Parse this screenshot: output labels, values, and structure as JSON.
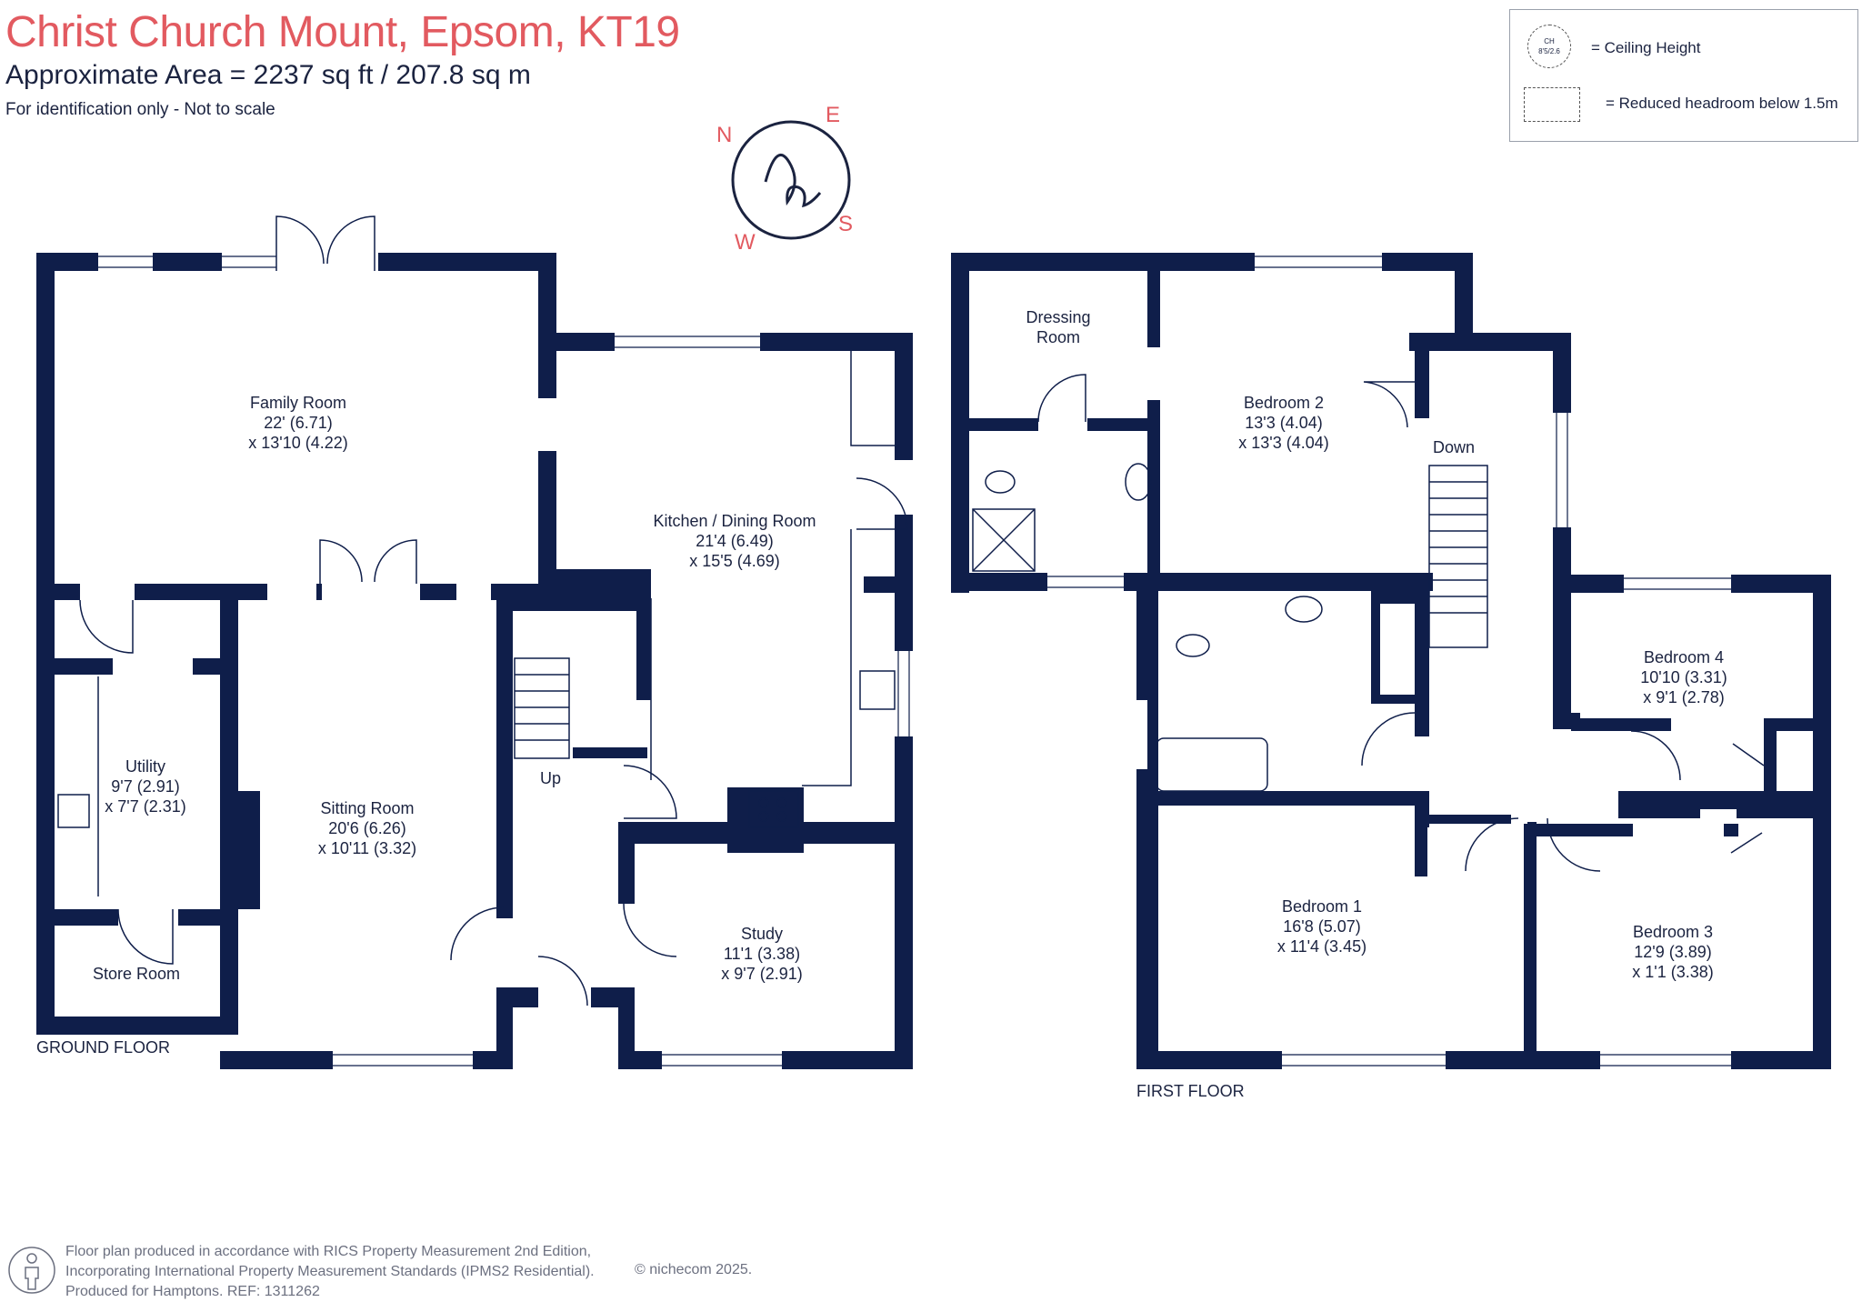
{
  "header": {
    "title": "Christ Church Mount, Epsom, KT19",
    "area": "Approximate Area = 2237 sq ft / 207.8 sq m",
    "identification": "For identification only - Not to scale"
  },
  "legend": {
    "ceiling_sample": "CH\n8'5/2.6",
    "ceiling_label": "= Ceiling Height",
    "reduced_label": "= Reduced headroom below 1.5m"
  },
  "compass": {
    "n": "N",
    "e": "E",
    "s": "S",
    "w": "W"
  },
  "ground_floor": {
    "label": "GROUND FLOOR",
    "rooms": {
      "family": [
        "Family Room",
        "22' (6.71)",
        "x 13'10 (4.22)"
      ],
      "kitchen": [
        "Kitchen / Dining Room",
        "21'4 (6.49)",
        "x 15'5 (4.69)"
      ],
      "utility": [
        "Utility",
        "9'7 (2.91)",
        "x 7'7 (2.31)"
      ],
      "sitting": [
        "Sitting Room",
        "20'6 (6.26)",
        "x 10'11 (3.32)"
      ],
      "study": [
        "Study",
        "11'1 (3.38)",
        "x 9'7 (2.91)"
      ],
      "store": [
        "Store Room"
      ]
    },
    "stairs_label": "Up"
  },
  "first_floor": {
    "label": "FIRST FLOOR",
    "rooms": {
      "dressing": [
        "Dressing",
        "Room"
      ],
      "bed2": [
        "Bedroom 2",
        "13'3 (4.04)",
        "x 13'3 (4.04)"
      ],
      "bed4": [
        "Bedroom 4",
        "10'10 (3.31)",
        "x 9'1 (2.78)"
      ],
      "bed1": [
        "Bedroom 1",
        "16'8 (5.07)",
        "x 11'4 (3.45)"
      ],
      "bed3": [
        "Bedroom 3",
        "12'9 (3.89)",
        "x 1'1 (3.38)"
      ]
    },
    "stairs_label": "Down"
  },
  "footer": {
    "line1": "Floor plan produced in accordance with RICS Property Measurement 2nd Edition,",
    "line2": "Incorporating International Property Measurement Standards (IPMS2 Residential).",
    "line3": "Produced for Hamptons.  REF:  1311262",
    "copyright": "© nichecom 2025."
  },
  "colors": {
    "wall": "#0f1e4a",
    "accent": "#e25a60",
    "text": "#1b2340"
  }
}
